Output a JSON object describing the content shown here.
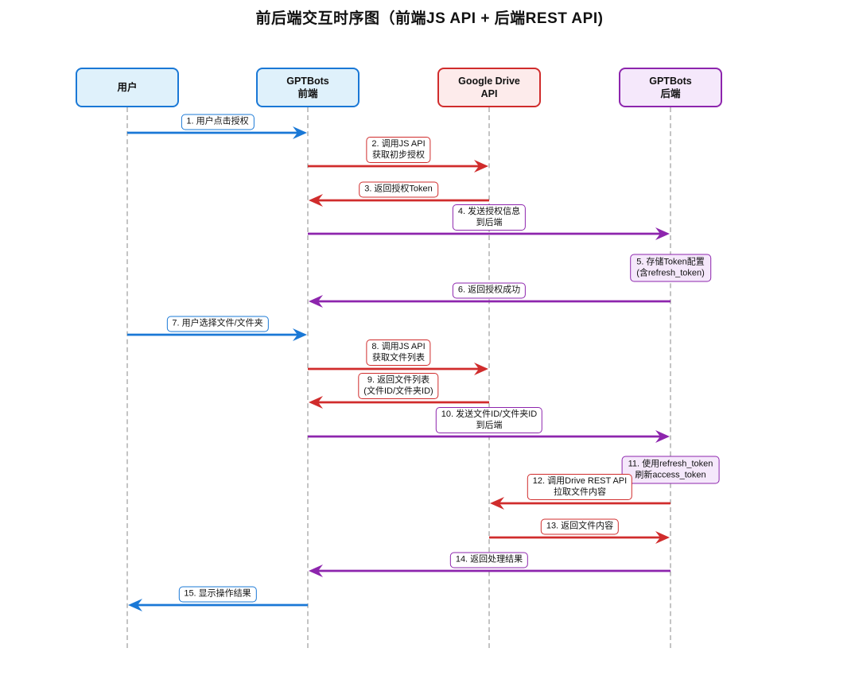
{
  "title": "前后端交互时序图（前端JS API + 后端REST API)",
  "colors": {
    "blue": "#1a78d6",
    "red": "#d02c2c",
    "purple": "#8d25ad",
    "lifeline": "#c4c4c4",
    "label_bg": "#ffffff",
    "blue_fill": "#dff1fb",
    "red_fill": "#fdebeb",
    "purple_fill": "#f5e8fb"
  },
  "actors": [
    {
      "id": "user",
      "lines": [
        "用户"
      ],
      "fill": "#dff1fb",
      "border": "#1a78d6"
    },
    {
      "id": "frontend",
      "lines": [
        "GPTBots",
        "前端"
      ],
      "fill": "#dff1fb",
      "border": "#1a78d6"
    },
    {
      "id": "gdrive",
      "lines": [
        "Google Drive",
        "API"
      ],
      "fill": "#fdebeb",
      "border": "#d02c2c"
    },
    {
      "id": "backend",
      "lines": [
        "GPTBots",
        "后端"
      ],
      "fill": "#f5e8fb",
      "border": "#8d25ad"
    }
  ],
  "messages": [
    {
      "num": 1,
      "type": "message",
      "from": "user",
      "to": "frontend",
      "color": "blue",
      "lines": [
        "1. 用户点击授权"
      ]
    },
    {
      "num": 2,
      "type": "message",
      "from": "frontend",
      "to": "gdrive",
      "color": "red",
      "lines": [
        "2. 调用JS API",
        "获取初步授权"
      ]
    },
    {
      "num": 3,
      "type": "message",
      "from": "gdrive",
      "to": "frontend",
      "color": "red",
      "lines": [
        "3. 返回授权Token"
      ]
    },
    {
      "num": 4,
      "type": "message",
      "from": "frontend",
      "to": "backend",
      "color": "purple",
      "lines": [
        "4. 发送授权信息",
        "到后端"
      ]
    },
    {
      "num": 5,
      "type": "note",
      "at": "backend",
      "color": "purple",
      "lines": [
        "5. 存储Token配置",
        "(含refresh_token)"
      ]
    },
    {
      "num": 6,
      "type": "message",
      "from": "backend",
      "to": "frontend",
      "color": "purple",
      "lines": [
        "6. 返回授权成功"
      ]
    },
    {
      "num": 7,
      "type": "message",
      "from": "user",
      "to": "frontend",
      "color": "blue",
      "lines": [
        "7. 用户选择文件/文件夹"
      ]
    },
    {
      "num": 8,
      "type": "message",
      "from": "frontend",
      "to": "gdrive",
      "color": "red",
      "lines": [
        "8. 调用JS API",
        "获取文件列表"
      ]
    },
    {
      "num": 9,
      "type": "message",
      "from": "gdrive",
      "to": "frontend",
      "color": "red",
      "lines": [
        "9. 返回文件列表",
        "(文件ID/文件夹ID)"
      ]
    },
    {
      "num": 10,
      "type": "message",
      "from": "frontend",
      "to": "backend",
      "color": "purple",
      "lines": [
        "10. 发送文件ID/文件夹ID",
        "到后端"
      ]
    },
    {
      "num": 11,
      "type": "note",
      "at": "backend",
      "color": "purple",
      "lines": [
        "11. 使用refresh_token",
        "刷新access_token"
      ]
    },
    {
      "num": 12,
      "type": "message",
      "from": "backend",
      "to": "gdrive",
      "color": "red",
      "lines": [
        "12. 调用Drive REST API",
        "拉取文件内容"
      ]
    },
    {
      "num": 13,
      "type": "message",
      "from": "gdrive",
      "to": "backend",
      "color": "red",
      "lines": [
        "13. 返回文件内容"
      ]
    },
    {
      "num": 14,
      "type": "message",
      "from": "backend",
      "to": "frontend",
      "color": "purple",
      "lines": [
        "14. 返回处理结果"
      ]
    },
    {
      "num": 15,
      "type": "message",
      "from": "frontend",
      "to": "user",
      "color": "blue",
      "lines": [
        "15. 显示操作结果"
      ]
    }
  ]
}
